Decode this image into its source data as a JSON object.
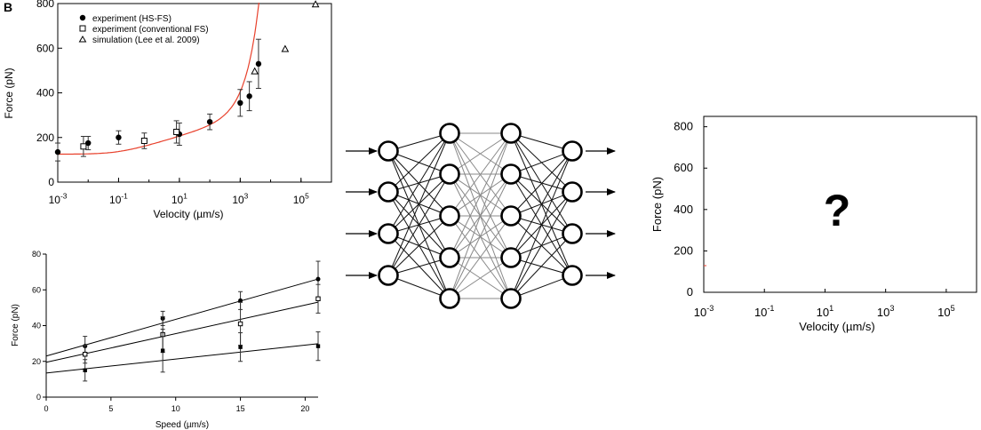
{
  "panel_label": "B",
  "question_mark": "?",
  "chart_data": [
    {
      "type": "scatter",
      "xscale": "log",
      "xlim": [
        0.001,
        1000000
      ],
      "ylim": [
        0,
        800
      ],
      "xlabel": "Velocity (µm/s)",
      "ylabel": "Force (pN)",
      "xticks": [
        "10-3",
        "10-1",
        "101",
        "103",
        "105"
      ],
      "yticks": [
        "0",
        "200",
        "400",
        "600",
        "800"
      ],
      "legend_position": "top-left",
      "legend": [
        {
          "label": "experiment (HS-FS)",
          "marker": "filled-circle"
        },
        {
          "label": "experiment (conventional FS)",
          "marker": "open-square"
        },
        {
          "label": "simulation (Lee et al. 2009)",
          "marker": "open-triangle"
        }
      ],
      "series": [
        {
          "name": "experiment (HS-FS)",
          "marker": "filled-circle",
          "points": [
            {
              "x": 0.001,
              "y": 135,
              "err": 40
            },
            {
              "x": 0.01,
              "y": 175,
              "err": 30
            },
            {
              "x": 0.1,
              "y": 200,
              "err": 30
            },
            {
              "x": 10,
              "y": 215,
              "err": 50
            },
            {
              "x": 100,
              "y": 270,
              "err": 35
            },
            {
              "x": 1000,
              "y": 355,
              "err": 60
            },
            {
              "x": 2000,
              "y": 385,
              "err": 65
            },
            {
              "x": 4000,
              "y": 530,
              "err": 110
            }
          ]
        },
        {
          "name": "experiment (conventional FS)",
          "marker": "open-square",
          "points": [
            {
              "x": 0.007,
              "y": 160,
              "err": 45
            },
            {
              "x": 0.7,
              "y": 185,
              "err": 35
            },
            {
              "x": 8,
              "y": 225,
              "err": 50
            }
          ]
        },
        {
          "name": "simulation (Lee et al. 2009)",
          "marker": "open-triangle",
          "points": [
            {
              "x": 3000,
              "y": 495
            },
            {
              "x": 30000,
              "y": 595
            },
            {
              "x": 300000,
              "y": 795
            }
          ]
        }
      ],
      "fit_curve": {
        "color": "#e8412c",
        "a": 125,
        "b": 80,
        "c": 0.00135
      }
    },
    {
      "type": "scatter",
      "xlim": [
        0,
        21
      ],
      "ylim": [
        0,
        80
      ],
      "xlabel": "Speed (µm/s)",
      "ylabel": "Force (pN)",
      "xticks": [
        "0",
        "5",
        "10",
        "15",
        "20"
      ],
      "yticks": [
        "0",
        "20",
        "40",
        "60",
        "80"
      ],
      "series": [
        {
          "marker": "filled-circle",
          "fit": [
            23,
            2.05
          ],
          "points": [
            {
              "x": 3,
              "y": 28.5,
              "err": 5.5
            },
            {
              "x": 9,
              "y": 44,
              "err": 4
            },
            {
              "x": 15,
              "y": 54,
              "err": 5
            },
            {
              "x": 21,
              "y": 66,
              "err": 10
            }
          ]
        },
        {
          "marker": "open-square",
          "fit": [
            19.5,
            1.6
          ],
          "points": [
            {
              "x": 3,
              "y": 24,
              "err": 5
            },
            {
              "x": 9,
              "y": 35,
              "err": 10
            },
            {
              "x": 15,
              "y": 41,
              "err": 12
            },
            {
              "x": 21,
              "y": 55,
              "err": 8
            }
          ]
        },
        {
          "marker": "filled-square",
          "fit": [
            13.5,
            0.78
          ],
          "points": [
            {
              "x": 3,
              "y": 15,
              "err": 6
            },
            {
              "x": 9,
              "y": 26,
              "err": 12
            },
            {
              "x": 15,
              "y": 28,
              "err": 8
            },
            {
              "x": 21,
              "y": 28.5,
              "err": 8
            }
          ]
        }
      ]
    },
    {
      "type": "scatter",
      "xscale": "log",
      "xlim": [
        0.001,
        1000000
      ],
      "ylim": [
        0,
        850
      ],
      "xlabel": "Velocity (µm/s)",
      "ylabel": "Force (pN)",
      "xticks": [
        "10-3",
        "10-1",
        "101",
        "103",
        "105"
      ],
      "yticks": [
        "0",
        "200",
        "400",
        "600",
        "800"
      ],
      "series": []
    }
  ],
  "neural_network": {
    "layers": [
      4,
      5,
      5,
      4
    ],
    "input_arrows": 4,
    "output_arrows": 4
  }
}
